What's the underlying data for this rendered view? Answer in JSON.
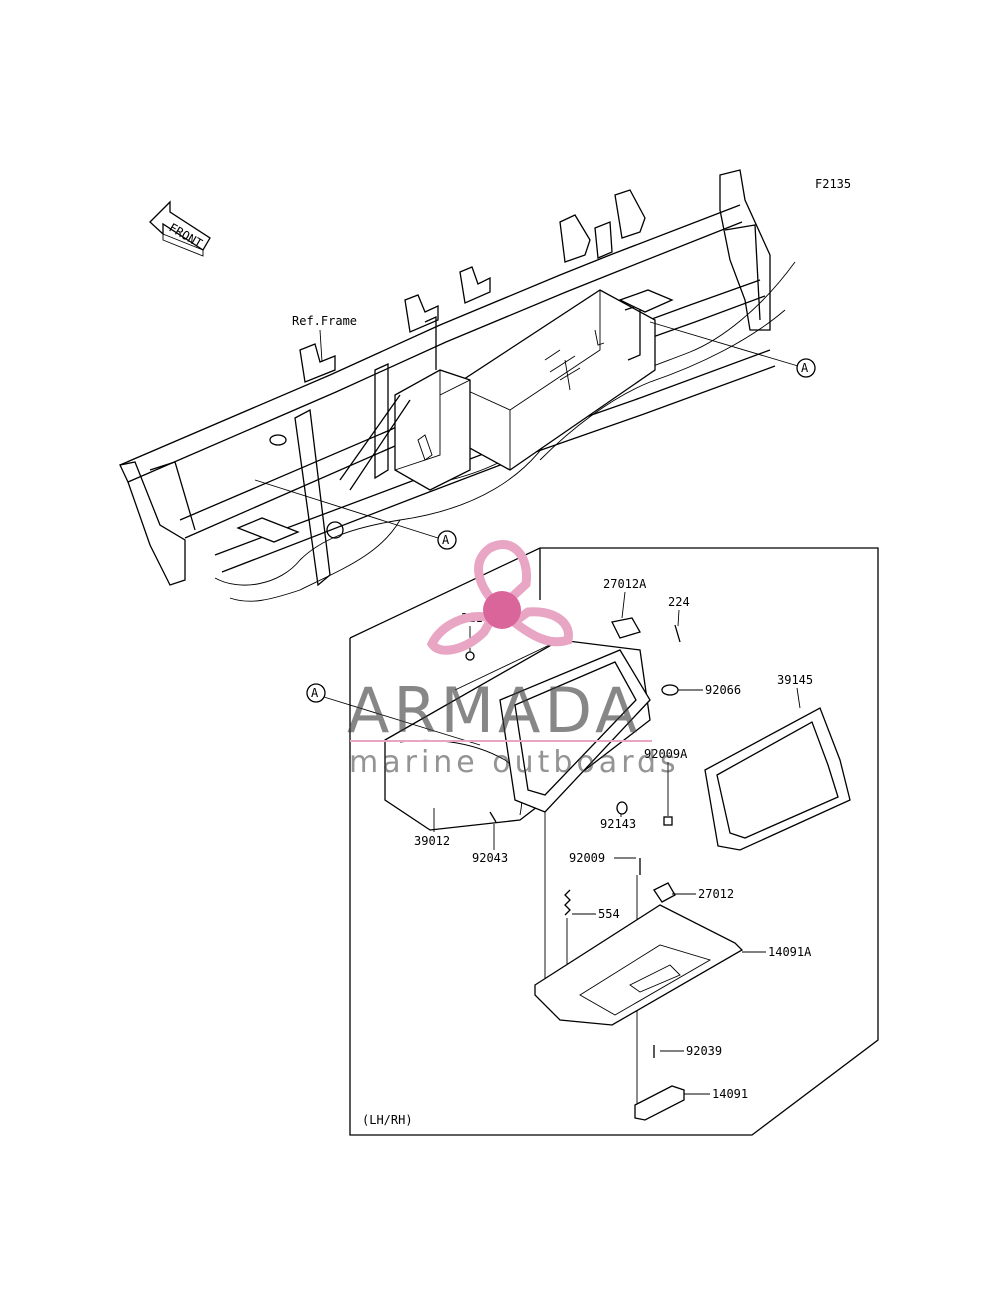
{
  "diagram": {
    "figure_code": "F2135",
    "front_label": "FRONT",
    "ref_frame_label": "Ref.Frame",
    "ref_marker": "A",
    "side_note": "(LH/RH)",
    "parts": {
      "p27012A": "27012A",
      "p224": "224",
      "p311": "311",
      "p92066": "92066",
      "p39145": "39145",
      "p92009A": "92009A",
      "p92143": "92143",
      "p39012": "39012",
      "p92043": "92043",
      "p92009": "92009",
      "p27012": "27012",
      "p554": "554",
      "p14091A": "14091A",
      "p92039": "92039",
      "p14091": "14091"
    }
  },
  "watermark": {
    "brand": "ARMADA",
    "tagline": "marine outboards",
    "colors": {
      "propeller": "#e8a6c4",
      "hub": "#d9659b",
      "underline": "#e8a6c4",
      "text": "#3d3d3d"
    }
  }
}
